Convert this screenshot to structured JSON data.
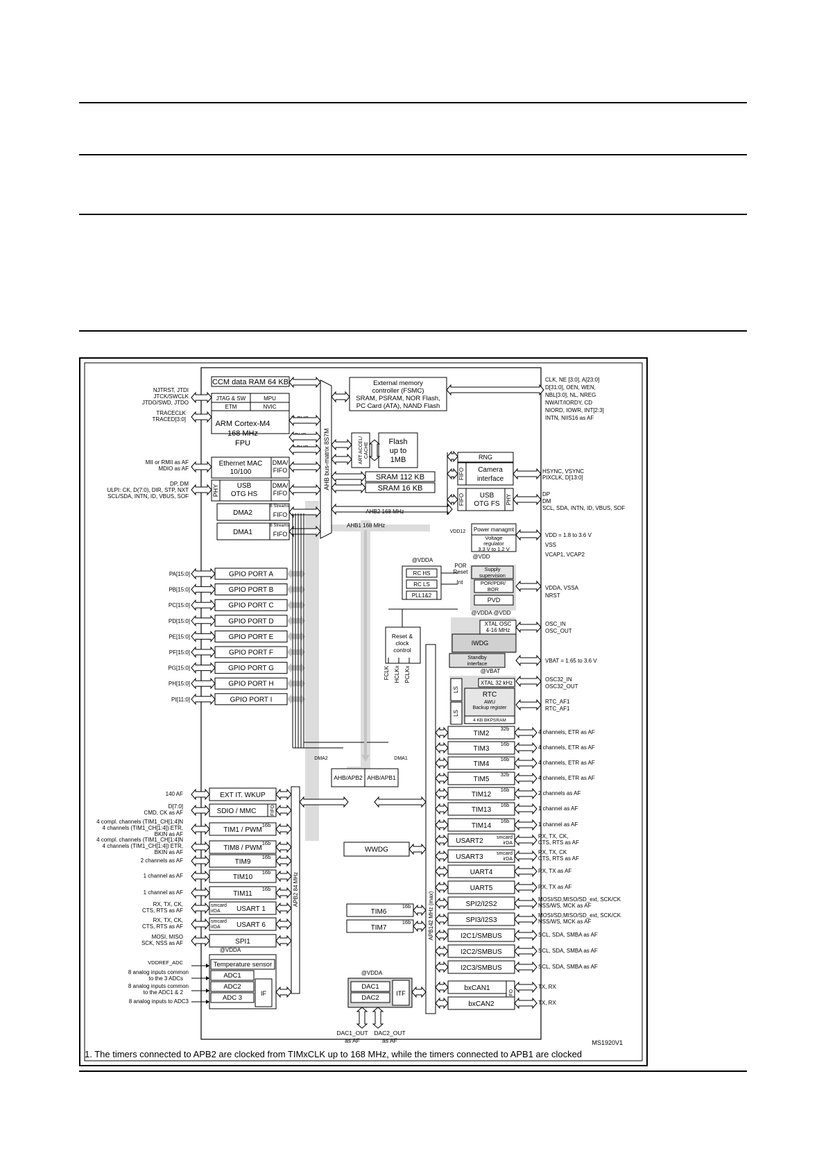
{
  "footnote": "1.   The timers connected to APB2 are clocked from TIMxCLK up to 168 MHz, while the timers connected to APB1 are clocked",
  "colors": {
    "bus_gray": "#c4c4c4",
    "box_gray": "#dcdcdc",
    "line": "#000000"
  },
  "diagram": {
    "core": {
      "ccm": "CCM data RAM 64 KB",
      "jtag": "JTAG & SW",
      "mpu": "MPU",
      "etm": "ETM",
      "nvic": "NVIC",
      "cpu": [
        "ARM Cortex-M4",
        "168 MHz",
        "FPU"
      ],
      "dbus": "D-BUS",
      "ibus": "I-BUS",
      "sbus": "S-BUS",
      "eth": [
        "Ethernet MAC",
        "10/100"
      ],
      "dma_fifo": [
        "DMA/",
        "FIFO"
      ],
      "phy": "PHY",
      "usb_hs": [
        "USB",
        "OTG HS"
      ],
      "dma2": "DMA2",
      "dma1": "DMA1",
      "streams": "8 Streams",
      "fifo": "FIFO"
    },
    "bus_matrix": "AHB bus-matrix 8S7M",
    "fsmc": [
      "External memory",
      "controller (FSMC)",
      "SRAM, PSRAM, NOR Flash,",
      "PC Card (ATA), NAND Flash"
    ],
    "art_accel": [
      "ART ACCEL/",
      "CACHE"
    ],
    "flash": [
      "Flash",
      "up to",
      "1MB"
    ],
    "sram1": "SRAM 112 KB",
    "sram2": "SRAM 16 KB",
    "ahb2": "AHB2 168 MHz",
    "ahb1": "AHB1 168 MHz",
    "rng": "RNG",
    "camera": [
      "Camera",
      "interface"
    ],
    "usb_fs": [
      "USB",
      "OTG FS"
    ],
    "power": {
      "vdd12": "VDD12",
      "mgmt": "Power managmt",
      "reg": [
        "Voltage",
        "regulator",
        "3.3 V to 1.2 V"
      ],
      "at_vdd": "@VDD",
      "supply": [
        "Supply",
        "supervision"
      ],
      "por": [
        "POR/PDR/",
        "BOR"
      ],
      "pvd": "PVD",
      "por_reset": [
        "POR",
        "Reset"
      ],
      "int": "Int"
    },
    "clocks": {
      "at_vdda": "@VDDA",
      "rc_hs": "RC HS",
      "rc_ls": "RC LS",
      "pll": "PLL1&2",
      "xtal": [
        "XTAL OSC",
        "4-16 MHz"
      ],
      "at_vdda_vdd": "@VDDA  @VDD",
      "reset": [
        "Reset &",
        "clock",
        "control"
      ],
      "iwdg": "IWDG",
      "standby": [
        "Standby",
        "interface"
      ],
      "vbat": "@VBAT",
      "xtal32": "XTAL 32 kHz",
      "rtc": [
        "RTC",
        "AWU",
        "Backup register"
      ],
      "bkpsram": "4 KB BKPSRAM",
      "ls": "LS",
      "clk_out": [
        "FCLK",
        "HCLKx",
        "PCLKx"
      ]
    },
    "gpio": [
      "GPIO PORT A",
      "GPIO PORT B",
      "GPIO PORT C",
      "GPIO PORT D",
      "GPIO PORT E",
      "GPIO PORT F",
      "GPIO PORT G",
      "GPIO PORT H",
      "GPIO PORT I"
    ],
    "gpio_pins": [
      "PA[15:0]",
      "PB[15:0]",
      "PC[15:0]",
      "PD[15:0]",
      "PE[15:0]",
      "PF[15:0]",
      "PG[15:0]",
      "PH[15:0]",
      "PI[11:0]"
    ],
    "bridges": {
      "apb2": "AHB/APB2",
      "apb1": "AHB/APB1",
      "dma2": "DMA2",
      "dma1": "DMA1"
    },
    "apb2_label": "APB2 84 MHz",
    "apb1_label": "APB142 MHz (max)",
    "apb2_periph": [
      {
        "name": "EXT IT. WKUP",
        "tag": ""
      },
      {
        "name": "SDIO / MMC",
        "tag": "FIFO"
      },
      {
        "name": "TIM1 / PWM",
        "tag": "16b"
      },
      {
        "name": "TIM8 / PWM",
        "tag": "16b"
      },
      {
        "name": "TIM9",
        "tag": "16b"
      },
      {
        "name": "TIM10",
        "tag": "16b"
      },
      {
        "name": "TIM11",
        "tag": "16b"
      },
      {
        "name": "USART 1",
        "tag": "smcard irDA"
      },
      {
        "name": "USART 6",
        "tag": "smcard irDA"
      },
      {
        "name": "SPI1",
        "tag": ""
      }
    ],
    "apb2_signals": [
      [
        "140 AF"
      ],
      [
        "D[7:0]",
        "CMD, CK as AF"
      ],
      [
        "4 compl. channels (TIM1_CH[1:4]N",
        "4 channels (TIM1_CH[1:4]) ETR,",
        "BKIN as AF"
      ],
      [
        "4 compl. channels (TIM1_CH[1:4]N",
        "4 channels (TIM1_CH[1:4]) ETR,",
        "BKIN as AF"
      ],
      [
        "2 channels as AF"
      ],
      [
        "1 channel as AF"
      ],
      [
        "1 channel as AF"
      ],
      [
        "RX, TX, CK,",
        "CTS, RTS as AF"
      ],
      [
        "RX, TX, CK,",
        "CTS, RTS as AF"
      ],
      [
        "MOSI, MISO",
        "SCK, NSS as AF"
      ]
    ],
    "adc": {
      "at_vdda": "@VDDA",
      "temp": "Temperature sensor",
      "adc1": "ADC1",
      "adc2": "ADC2",
      "adc3": "ADC 3",
      "if": "IF",
      "signals": [
        "VDDREF_ADC",
        "8 analog inputs common",
        "to the 3 ADCs",
        "8 analog inputs common",
        "to the ADC1 & 2",
        "8 analog inputs to ADC3"
      ]
    },
    "wwdg": "WWDG",
    "tim6": "TIM6",
    "tim7": "TIM7",
    "tag16b": "16b",
    "dac": {
      "at_vdda": "@VDDA",
      "dac1": "DAC1",
      "dac2": "DAC2",
      "itf": "ITF",
      "out1": [
        "DAC1_OUT",
        "as AF"
      ],
      "out2": [
        "DAC2_OUT",
        "as AF"
      ]
    },
    "apb1_periph": [
      {
        "name": "TIM2",
        "tag": "32b"
      },
      {
        "name": "TIM3",
        "tag": "16b"
      },
      {
        "name": "TIM4",
        "tag": "16b"
      },
      {
        "name": "TIM5",
        "tag": "32b"
      },
      {
        "name": "TIM12",
        "tag": "16b"
      },
      {
        "name": "TIM13",
        "tag": "16b"
      },
      {
        "name": "TIM14",
        "tag": "16b"
      },
      {
        "name": "USART2",
        "tag": "smcard irDA"
      },
      {
        "name": "USART3",
        "tag": "smcard irDA"
      },
      {
        "name": "UART4",
        "tag": ""
      },
      {
        "name": "UART5",
        "tag": ""
      },
      {
        "name": "SPI2/I2S2",
        "tag": ""
      },
      {
        "name": "SPI3/I2S3",
        "tag": ""
      },
      {
        "name": "I2C1/SMBUS",
        "tag": ""
      },
      {
        "name": "I2C2/SMBUS",
        "tag": ""
      },
      {
        "name": "I2C3/SMBUS",
        "tag": ""
      },
      {
        "name": "bxCAN1",
        "tag": "FIFO"
      },
      {
        "name": "bxCAN2",
        "tag": ""
      }
    ],
    "apb1_signals": [
      [
        "4 channels, ETR as AF"
      ],
      [
        "4 channels, ETR as AF"
      ],
      [
        "4 channels, ETR as AF"
      ],
      [
        "4 channels, ETR as AF"
      ],
      [
        "2 channels as AF"
      ],
      [
        "1 channel as AF"
      ],
      [
        "1 channel as AF"
      ],
      [
        "RX, TX, CK,",
        "CTS, RTS as AF"
      ],
      [
        "RX, TX, CK",
        "CTS, RTS as AF"
      ],
      [
        "RX, TX as AF"
      ],
      [
        "RX, TX as AF"
      ],
      [
        "MOSI/SD,MISO/SD_ext, SCK/CK",
        "NSS/WS, MCK as AF"
      ],
      [
        "MOSI/SD,MISO/SD_ext, SCK/CK",
        "NSS/WS, MCK as AF"
      ],
      [
        "SCL, SDA, SMBA as AF"
      ],
      [
        "SCL, SDA, SMBA as AF"
      ],
      [
        "SCL, SDA, SMBA as AF"
      ],
      [
        "TX, RX"
      ],
      [
        "TX, RX"
      ]
    ],
    "left_signals": {
      "jtag": [
        "NJTRST, JTDI",
        "JTCK/SWCLK",
        "JTDO/SWD, JTDO"
      ],
      "trace": [
        "TRACECLK",
        "TRACED[3:0]"
      ],
      "mii": [
        "MII or RMII as AF",
        "MDIO as AF"
      ],
      "ulpi": [
        "DP, DM",
        "ULPI: CK, D(7:0), DIR, STP, NXT",
        "SCL/SDA, INTN, ID, VBUS, SOF"
      ]
    },
    "right_signals": {
      "fsmc": [
        "CLK, NE [3:0], A[23:0]",
        "D[31:0], OEN, WEN,",
        "NBL[3:0], NL, NREG",
        "NWAIT/IORDY, CD",
        "NIORD, IOWR, INT[2:3]",
        "INTN, NIIS16 as AF"
      ],
      "camera": [
        "HSYNC, VSYNC",
        "PIXCLK, D[13:0]"
      ],
      "usbfs": [
        "DP",
        "DM",
        "SCL, SDA, INTN, ID, VBUS, SOF"
      ],
      "vdd": [
        "VDD = 1.8 to 3.6 V",
        "VSS",
        "VCAP1, VCAP2"
      ],
      "vdda": [
        "VDDA, VSSA",
        "NRST"
      ],
      "osc": [
        "OSC_IN",
        "OSC_OUT"
      ],
      "vbat": "VBAT = 1.65 to 3.6 V",
      "osc32": [
        "OSC32_IN",
        "OSC32_OUT"
      ],
      "rtc": [
        "RTC_AF1",
        "RTC_AF1"
      ]
    },
    "ref": "MS1920V1"
  }
}
